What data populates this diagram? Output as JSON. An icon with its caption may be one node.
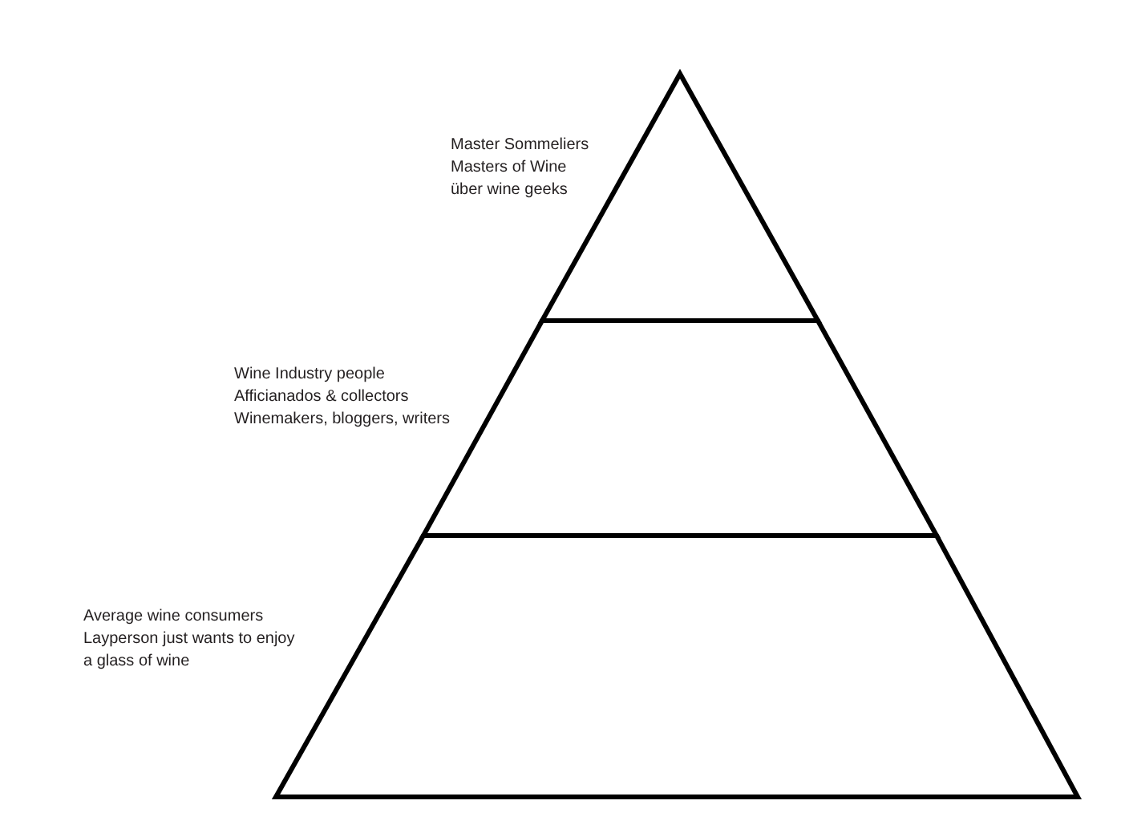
{
  "diagram": {
    "nodes": [
      {
        "text": [],
        "shape": "triangle",
        "beside": [
          "Master Sommeliers",
          "Masters of Wine",
          "über wine geeks"
        ]
      },
      {
        "text": [],
        "shape": "trapezoid",
        "beside": [
          "Wine Industry people",
          "Afficianados & collectors",
          "Winemakers, bloggers, writers"
        ]
      },
      {
        "text": [],
        "shape": "trapezoid",
        "beside": [
          "Average wine consumers",
          "Layperson just wants to enjoy a glass of wine"
        ]
      }
    ]
  }
}
